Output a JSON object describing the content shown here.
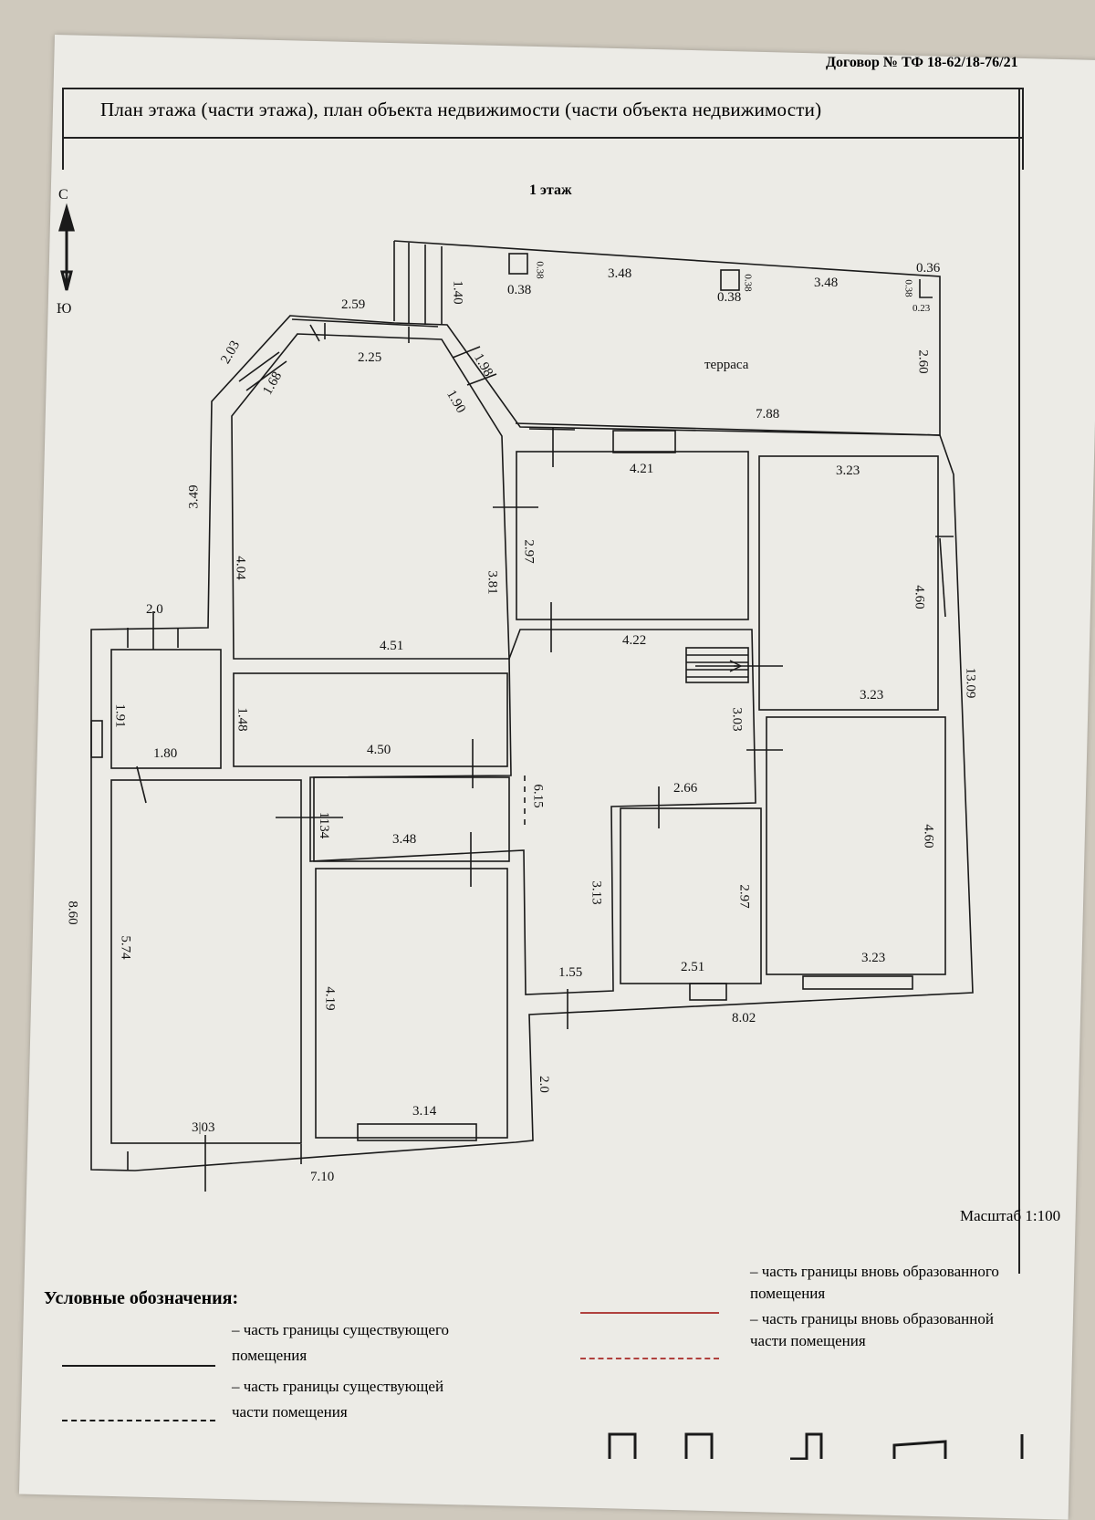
{
  "header": {
    "contract_number": "Договор № ТФ 18-62/18-76/21",
    "title": "План этажа (части этажа), план объекта недвижимости (части объекта недвижимости)",
    "floor": "1 этаж"
  },
  "compass": {
    "north": "С",
    "south": "Ю"
  },
  "plan": {
    "terrace_label": "терраса",
    "dimensions": {
      "d_259": "2.59",
      "d_225": "2.25",
      "d_203": "2.03",
      "d_168": "1.68",
      "d_140": "1.40",
      "d_198": "1.98",
      "d_190": "1.90",
      "d_038a": "0.38",
      "d_038b": "0.38",
      "d_038c": "0.38",
      "d_038d": "0.38",
      "d_038e": "0.38",
      "d_348a": "3.48",
      "d_348b": "3.48",
      "d_036": "0.36",
      "d_023": "0.23",
      "d_260": "2.60",
      "d_788": "7.88",
      "d_349": "3.49",
      "d_404": "4.04",
      "d_381": "3.81",
      "d_451": "4.51",
      "d_421": "4.21",
      "d_297a": "2.97",
      "d_323a": "3.23",
      "d_460a": "4.60",
      "d_323b": "3.23",
      "d_1309": "13.09",
      "d_20a": "2.0",
      "d_191": "1.91",
      "d_180": "1.80",
      "d_148": "1.48",
      "d_450": "4.50",
      "d_422": "4.22",
      "d_303a": "3.03",
      "d_134": "1134",
      "d_348c": "3.48",
      "d_615": "6.15",
      "d_266": "2.66",
      "d_460b": "4.60",
      "d_313": "3.13",
      "d_297b": "2.97",
      "d_155": "1.55",
      "d_251": "2.51",
      "d_323c": "3.23",
      "d_802": "8.02",
      "d_860": "8.60",
      "d_574": "5.74",
      "d_419": "4.19",
      "d_20b": "2.0",
      "d_303b": "3|03",
      "d_314": "3.14",
      "d_710": "7.10"
    }
  },
  "scale": "Масштаб 1:100",
  "legend": {
    "title": "Условные обозначения:",
    "existing_room_line1": "– часть границы существующего",
    "existing_room_line2": "помещения",
    "existing_part_line1": "– часть границы существующей",
    "existing_part_line2": "части помещения",
    "new_room_line1": "– часть границы вновь образованного",
    "new_room_line2": "помещения",
    "new_part_line1": "– часть границы вновь образованной",
    "new_part_line2": "части помещения"
  },
  "colors": {
    "paper": "#ecebe6",
    "ink": "#1a1a1a",
    "new_boundary": "#b0413e"
  }
}
